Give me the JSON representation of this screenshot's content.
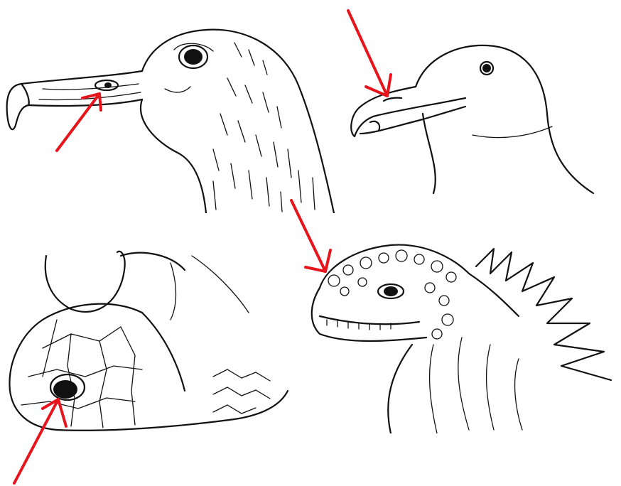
{
  "figure": {
    "panels": [
      {
        "name": "albatross",
        "icon": "albatross-head-drawing"
      },
      {
        "name": "gull",
        "icon": "gull-head-drawing"
      },
      {
        "name": "sea-turtle",
        "icon": "sea-turtle-head-drawing"
      },
      {
        "name": "marine-iguana",
        "icon": "marine-iguana-head-drawing"
      }
    ],
    "arrow_color": "#e8141c",
    "line_color": "#111111",
    "background": "#ffffff"
  }
}
